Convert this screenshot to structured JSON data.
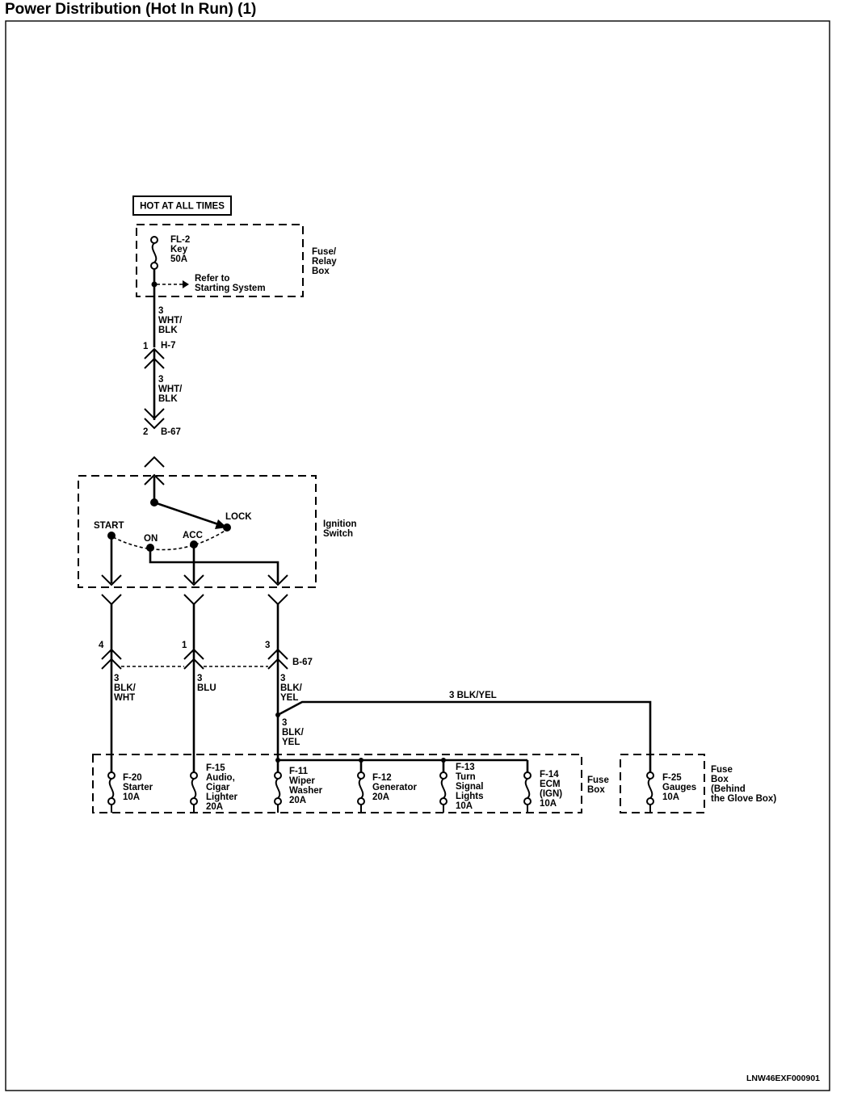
{
  "title": "Power Distribution (Hot In Run) (1)",
  "hot_label": "HOT AT ALL TIMES",
  "fuse_relay_box": {
    "label": [
      "Fuse/",
      "Relay",
      "Box"
    ],
    "fuse": [
      "FL-2",
      "Key",
      "50A"
    ],
    "refer": [
      "Refer to",
      "Starting System"
    ]
  },
  "wire_top": [
    "3",
    "WHT/",
    "BLK"
  ],
  "connector_h7": {
    "pin": "1",
    "name": "H-7"
  },
  "wire_mid": [
    "3",
    "WHT/",
    "BLK"
  ],
  "connector_b67_upper": {
    "pin": "2",
    "name": "B-67"
  },
  "ignition_switch": {
    "label": [
      "Ignition",
      "Switch"
    ],
    "positions": {
      "lock": "LOCK",
      "start": "START",
      "on": "ON",
      "acc": "ACC"
    }
  },
  "connector_b67_lower": {
    "pins": [
      "4",
      "1",
      "3"
    ],
    "name": "B-67"
  },
  "wire_start": [
    "3",
    "BLK/",
    "WHT"
  ],
  "wire_acc": [
    "3",
    "BLU"
  ],
  "wire_on": [
    "3",
    "BLK/",
    "YEL"
  ],
  "wire_branch_right": "3 BLK/YEL",
  "wire_branch_down": [
    "3",
    "BLK/",
    "YEL"
  ],
  "fuse_box": {
    "label": [
      "Fuse",
      "Box"
    ],
    "fuses": [
      [
        "F-20",
        "Starter",
        "10A"
      ],
      [
        "F-15",
        "Audio,",
        "Cigar",
        "Lighter",
        "20A"
      ],
      [
        "F-11",
        "Wiper",
        "Washer",
        "20A"
      ],
      [
        "F-12",
        "Generator",
        "20A"
      ],
      [
        "F-13",
        "Turn",
        "Signal",
        "Lights",
        "10A"
      ],
      [
        "F-14",
        "ECM",
        "(IGN)",
        "10A"
      ]
    ]
  },
  "fuse_box_glove": {
    "label": [
      "Fuse",
      "Box",
      "(Behind",
      "the Glove Box)"
    ],
    "fuse": [
      "F-25",
      "Gauges",
      "10A"
    ]
  },
  "diagram_id": "LNW46EXF000901"
}
